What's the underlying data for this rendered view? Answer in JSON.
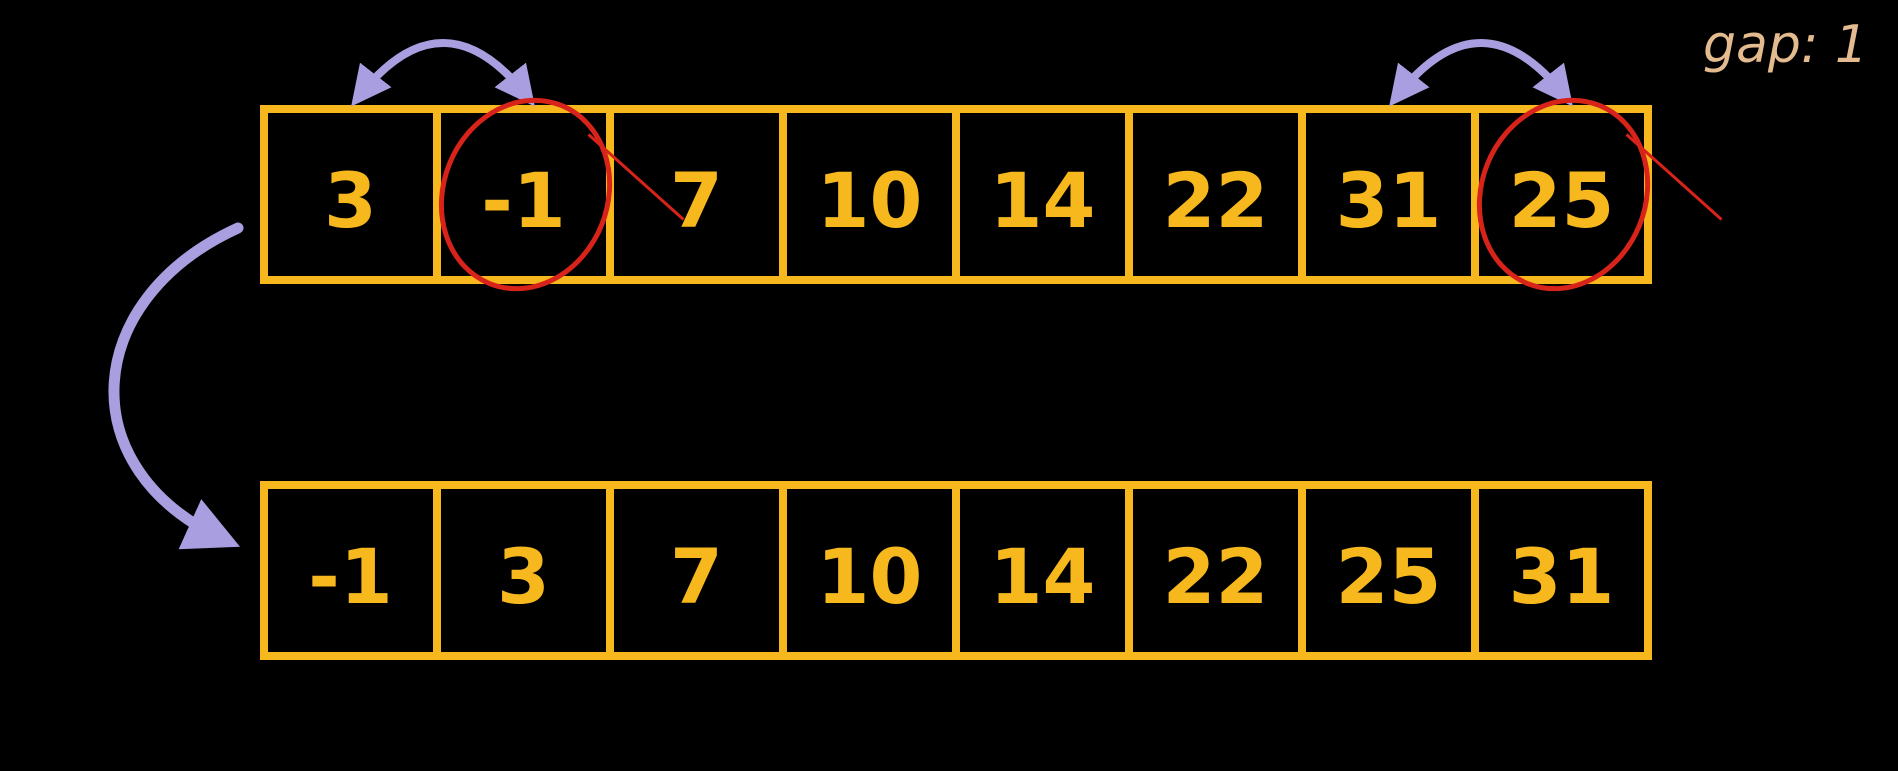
{
  "gap_label": "gap: 1",
  "top_array": [
    "3",
    "-1",
    "7",
    "10",
    "14",
    "22",
    "31",
    "25"
  ],
  "bottom_array": [
    "-1",
    "3",
    "7",
    "10",
    "14",
    "22",
    "25",
    "31"
  ],
  "swaps": [
    [
      0,
      1
    ],
    [
      6,
      7
    ]
  ],
  "highlighted": [
    1,
    7
  ],
  "colors": {
    "background": "#000000",
    "cell": "#f6b81c",
    "swap_arrow": "#a99ee0",
    "highlight": "#d8231b",
    "gap_text": "#e3bb8e"
  }
}
